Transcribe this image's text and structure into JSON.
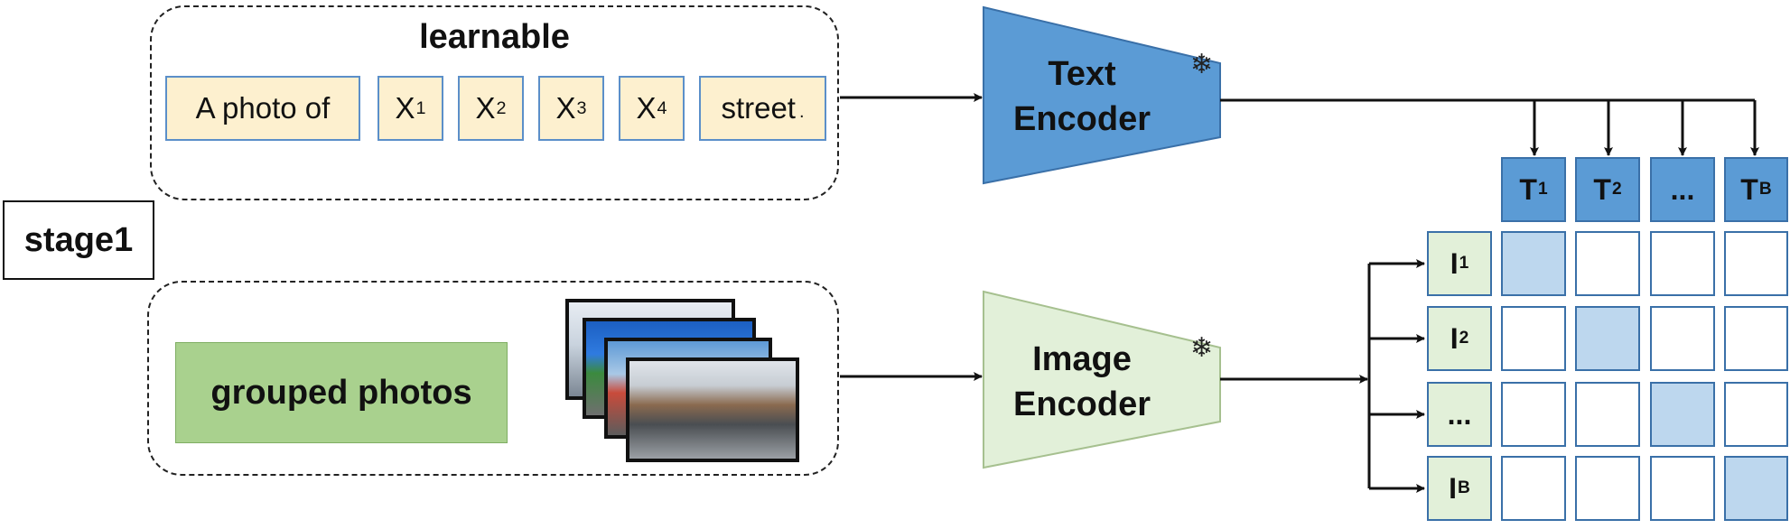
{
  "stage_label": "stage1",
  "text_branch": {
    "learnable_label": "learnable",
    "tokens": [
      {
        "main": "A photo of",
        "sub": ""
      },
      {
        "main": "X",
        "sub": "1"
      },
      {
        "main": "X",
        "sub": "2"
      },
      {
        "main": "X",
        "sub": "3"
      },
      {
        "main": "X",
        "sub": "4"
      },
      {
        "main": "street",
        "sub": ""
      }
    ],
    "street_period": "."
  },
  "image_branch": {
    "grouped_label": "grouped photos"
  },
  "text_encoder": {
    "line1": "Text",
    "line2": "Encoder",
    "frozen_icon": "❄"
  },
  "image_encoder": {
    "line1": "Image",
    "line2": "Encoder",
    "frozen_icon": "❄"
  },
  "matrix": {
    "text_headers": [
      {
        "main": "T",
        "sub": "1"
      },
      {
        "main": "T",
        "sub": "2"
      },
      {
        "main": "...",
        "sub": ""
      },
      {
        "main": "T",
        "sub": "B"
      }
    ],
    "image_headers": [
      {
        "main": "I",
        "sub": "1"
      },
      {
        "main": "I",
        "sub": "2"
      },
      {
        "main": "...",
        "sub": ""
      },
      {
        "main": "I",
        "sub": "B"
      }
    ],
    "highlight": "diagonal"
  },
  "colors": {
    "token_fill": "#fdf0cf",
    "text_encoder": "#5b9bd5",
    "image_encoder": "#e2f0d9",
    "grouped_fill": "#a9d18e",
    "matrix_diag": "#bdd7ee"
  }
}
